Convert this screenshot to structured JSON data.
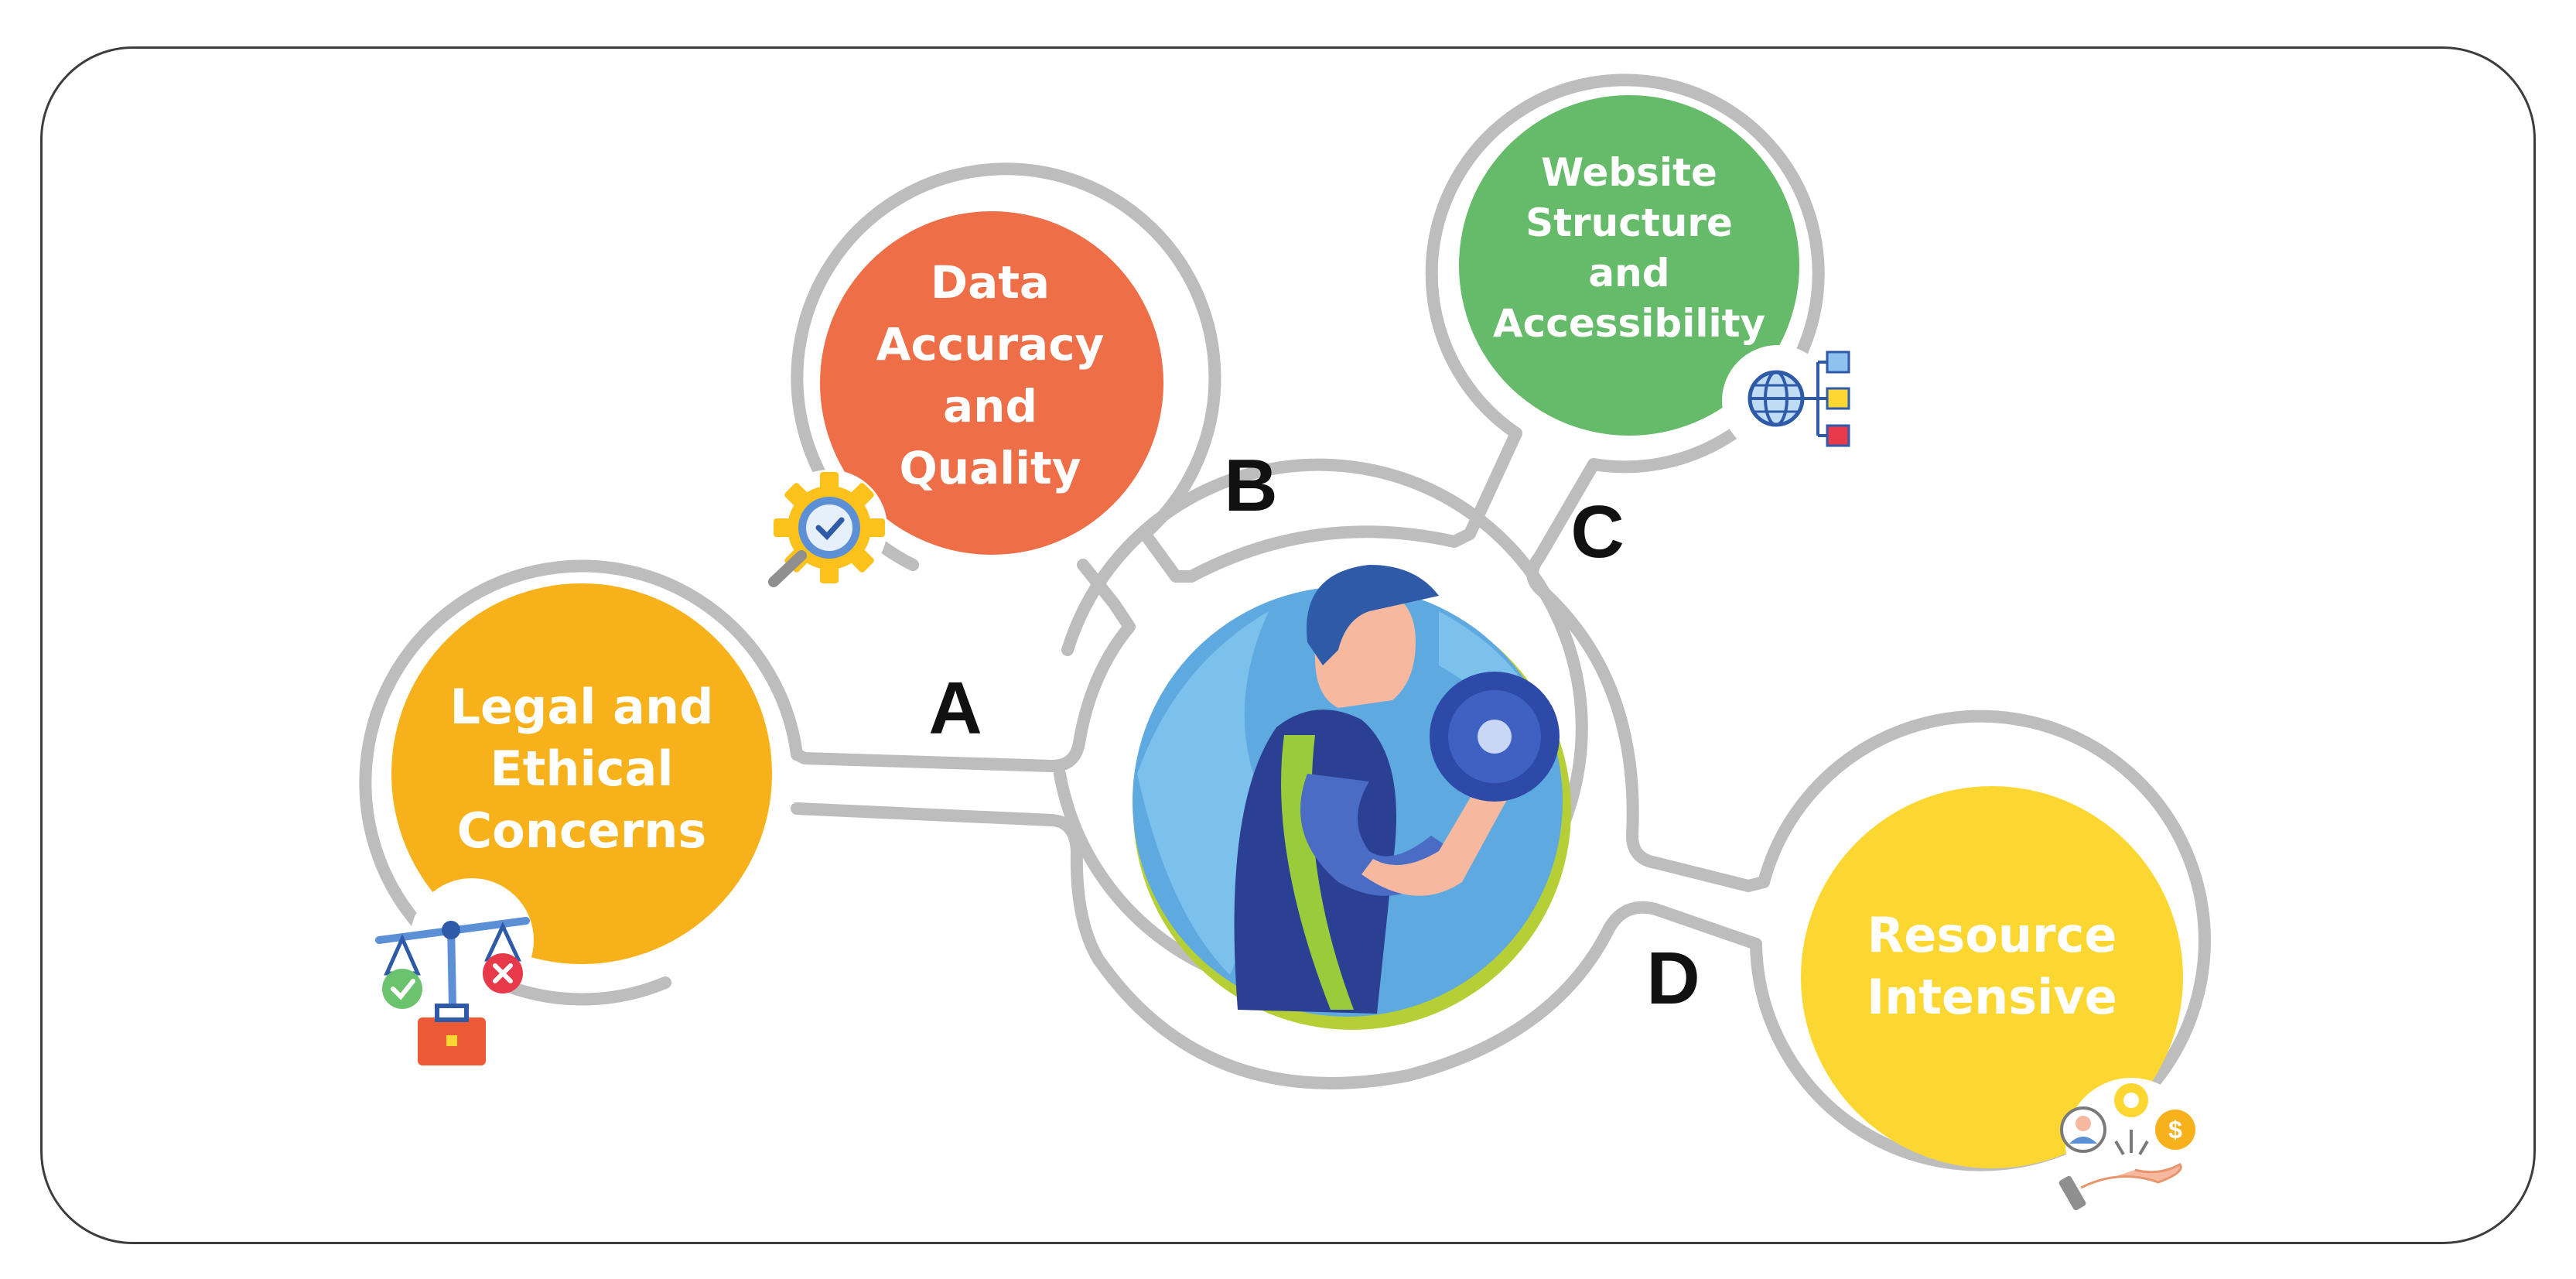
{
  "topics": [
    {
      "key": "A",
      "lines": [
        "Legal and",
        "Ethical",
        "Concerns"
      ],
      "color": "#f7b11b",
      "icon": "balance-scale-icon"
    },
    {
      "key": "B",
      "lines": [
        "Data",
        "Accuracy",
        "and",
        "Quality"
      ],
      "color": "#ee6e47",
      "icon": "gear-magnifier-icon"
    },
    {
      "key": "C",
      "lines": [
        "Website",
        "Structure",
        "and",
        "Accessibility"
      ],
      "color": "#66bb6a",
      "icon": "globe-sitemap-icon"
    },
    {
      "key": "D",
      "lines": [
        "Resource",
        "Intensive"
      ],
      "color": "#fcd732",
      "icon": "hand-resources-icon"
    }
  ],
  "connector_labels": {
    "a": "A",
    "b": "B",
    "c": "C",
    "d": "D"
  },
  "center": {
    "icon": "weightlifter-icon"
  }
}
